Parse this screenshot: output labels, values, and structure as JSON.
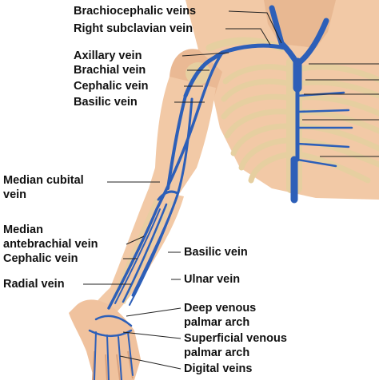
{
  "colors": {
    "skin": "#f2c9a6",
    "skin_shadow": "#d9a27e",
    "bone": "#e6cfa0",
    "vein": "#2d5fb8",
    "leader_line": "#222222"
  },
  "labels_left": {
    "brachiocephalic_veins": "Brachiocephalic veins",
    "right_subclavian_vein": "Right subclavian vein",
    "axillary_vein": "Axillary vein",
    "brachial_vein": "Brachial vein",
    "cephalic_vein_upper": "Cephalic vein",
    "basilic_vein_upper": "Basilic vein",
    "median_cubital_vein_line1": "Median cubital",
    "median_cubital_vein_line2": "vein",
    "median_antebrachial_vein_line1": "Median",
    "median_antebrachial_vein_line2": "antebrachial vein",
    "cephalic_vein_lower": "Cephalic vein",
    "radial_vein": "Radial vein"
  },
  "labels_right": {
    "basilic_vein_lower": "Basilic vein",
    "ulnar_vein": "Ulnar vein",
    "deep_venous_palmar_arch_line1": "Deep venous",
    "deep_venous_palmar_arch_line2": "palmar arch",
    "superficial_venous_palmar_arch_line1": "Superficial venous",
    "superficial_venous_palmar_arch_line2": "palmar arch",
    "digital_veins": "Digital veins"
  }
}
